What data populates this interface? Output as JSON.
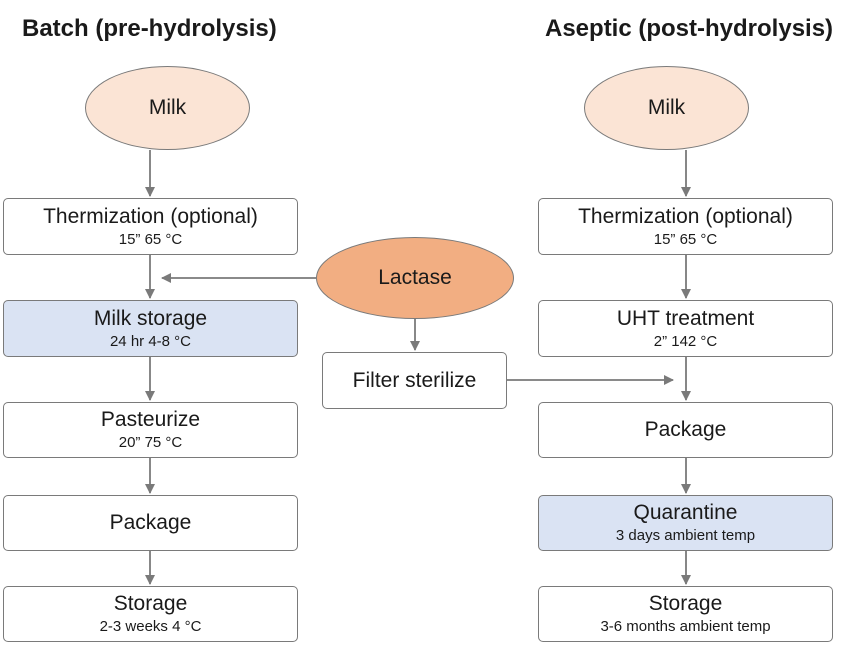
{
  "left_title": "Batch (pre-hydrolysis)",
  "right_title": "Aseptic (post-hydrolysis)",
  "left": {
    "milk": "Milk",
    "thermization": {
      "label": "Thermization (optional)",
      "detail": "15” 65 °C"
    },
    "milk_storage": {
      "label": "Milk storage",
      "detail": "24 hr 4-8 °C"
    },
    "pasteurize": {
      "label": "Pasteurize",
      "detail": "20” 75 °C"
    },
    "package": {
      "label": "Package"
    },
    "storage": {
      "label": "Storage",
      "detail": "2-3 weeks 4 °C"
    }
  },
  "center": {
    "lactase": "Lactase",
    "filter": "Filter sterilize"
  },
  "right": {
    "milk": "Milk",
    "thermization": {
      "label": "Thermization (optional)",
      "detail": "15” 65 °C"
    },
    "uht": {
      "label": "UHT treatment",
      "detail": "2” 142 °C"
    },
    "package": {
      "label": "Package"
    },
    "quarantine": {
      "label": "Quarantine",
      "detail": "3 days ambient temp"
    },
    "storage": {
      "label": "Storage",
      "detail": "3-6 months ambient temp"
    }
  },
  "colors": {
    "milk_fill": "#fbe4d5",
    "lactase_fill": "#f2ae82",
    "highlight_box_fill": "#dae3f3",
    "border": "#7a7a7a",
    "arrow": "#7a7a7a"
  }
}
